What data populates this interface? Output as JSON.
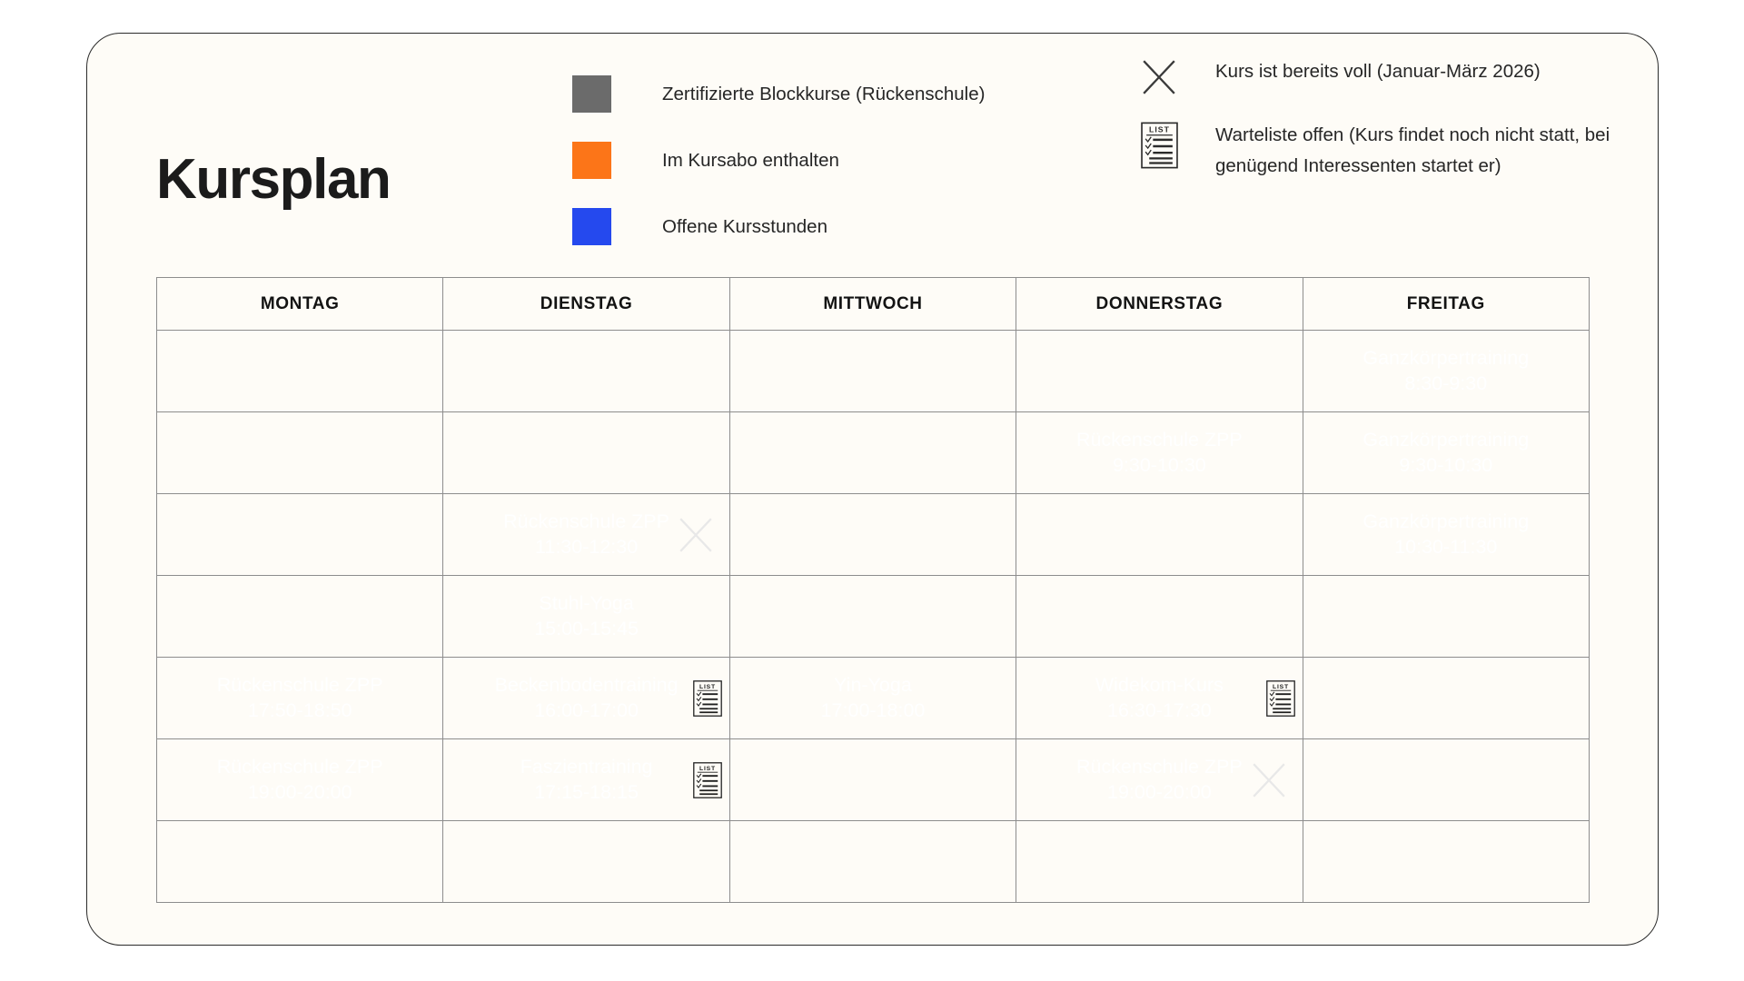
{
  "title": "Kursplan",
  "colors": {
    "gray": "#6B6B6B",
    "orange": "#FC7518",
    "blue": "#2549EE",
    "card_bg": "#FEFCF7",
    "text": "#262626"
  },
  "legend_left": [
    {
      "color": "#6B6B6B",
      "label": "Zertifizierte Blockkurse (Rückenschule)",
      "swatch_name": "gray-swatch"
    },
    {
      "color": "#FC7518",
      "label": "Im Kursabo enthalten",
      "swatch_name": "orange-swatch"
    },
    {
      "color": "#2549EE",
      "label": "Offene Kursstunden",
      "swatch_name": "blue-swatch"
    }
  ],
  "legend_right": [
    {
      "icon": "x-icon",
      "label": "Kurs ist bereits voll (Januar-März 2026)"
    },
    {
      "icon": "waitlist-icon",
      "label": "Warteliste offen (Kurs findet noch nicht statt, bei genügend Interessenten startet er)"
    }
  ],
  "table": {
    "headers": [
      "MONTAG",
      "DIENSTAG",
      "MITTWOCH",
      "DONNERSTAG",
      "FREITAG"
    ],
    "rows": [
      [
        {
          "type": "empty"
        },
        {
          "type": "empty"
        },
        {
          "type": "empty"
        },
        {
          "type": "empty"
        },
        {
          "type": "blue",
          "name": "Ganzkörpertraining",
          "time": "8:30-9:30"
        }
      ],
      [
        {
          "type": "empty"
        },
        {
          "type": "empty"
        },
        {
          "type": "empty"
        },
        {
          "type": "gray",
          "name": "Rückenschule ZPP",
          "time": "9:30-10:30"
        },
        {
          "type": "blue",
          "name": "Ganzkörpertraining",
          "time": "9:30-10:30"
        }
      ],
      [
        {
          "type": "empty"
        },
        {
          "type": "gray",
          "name": "Rückenschule ZPP",
          "time": "11:30-12:30",
          "badge": "x-icon"
        },
        {
          "type": "empty"
        },
        {
          "type": "empty"
        },
        {
          "type": "blue",
          "name": "Ganzkörpertraining",
          "time": "10:30-11:30"
        }
      ],
      [
        {
          "type": "empty"
        },
        {
          "type": "orange",
          "name": "Stuhl-Yoga",
          "time": "15:00-15:45"
        },
        {
          "type": "empty"
        },
        {
          "type": "empty"
        },
        {
          "type": "empty"
        }
      ],
      [
        {
          "type": "gray",
          "name": "Rückenschule ZPP",
          "time": "17:50-18:50"
        },
        {
          "type": "orange",
          "name": "Beckenbodentraining",
          "time": "16:00-17:00",
          "badge": "waitlist-icon"
        },
        {
          "type": "orange",
          "name": "Yin-Yoga",
          "time": "17:00-18:00"
        },
        {
          "type": "orange",
          "name": "Widekom-Kurs",
          "time": "16:30-17:30",
          "badge": "waitlist-icon"
        },
        {
          "type": "empty"
        }
      ],
      [
        {
          "type": "gray",
          "name": "Rückenschule ZPP",
          "time": "19:00-20:00"
        },
        {
          "type": "orange",
          "name": "Faszientraining",
          "time": "17:15-18:15",
          "badge": "waitlist-icon"
        },
        {
          "type": "empty"
        },
        {
          "type": "gray",
          "name": "Rückenschule ZPP",
          "time": "19:00-20:00",
          "badge": "x-icon"
        },
        {
          "type": "empty"
        }
      ],
      [
        {
          "type": "empty"
        },
        {
          "type": "empty"
        },
        {
          "type": "empty"
        },
        {
          "type": "empty"
        },
        {
          "type": "empty"
        }
      ]
    ]
  },
  "icons": {
    "waitlist_label": "LIST"
  }
}
